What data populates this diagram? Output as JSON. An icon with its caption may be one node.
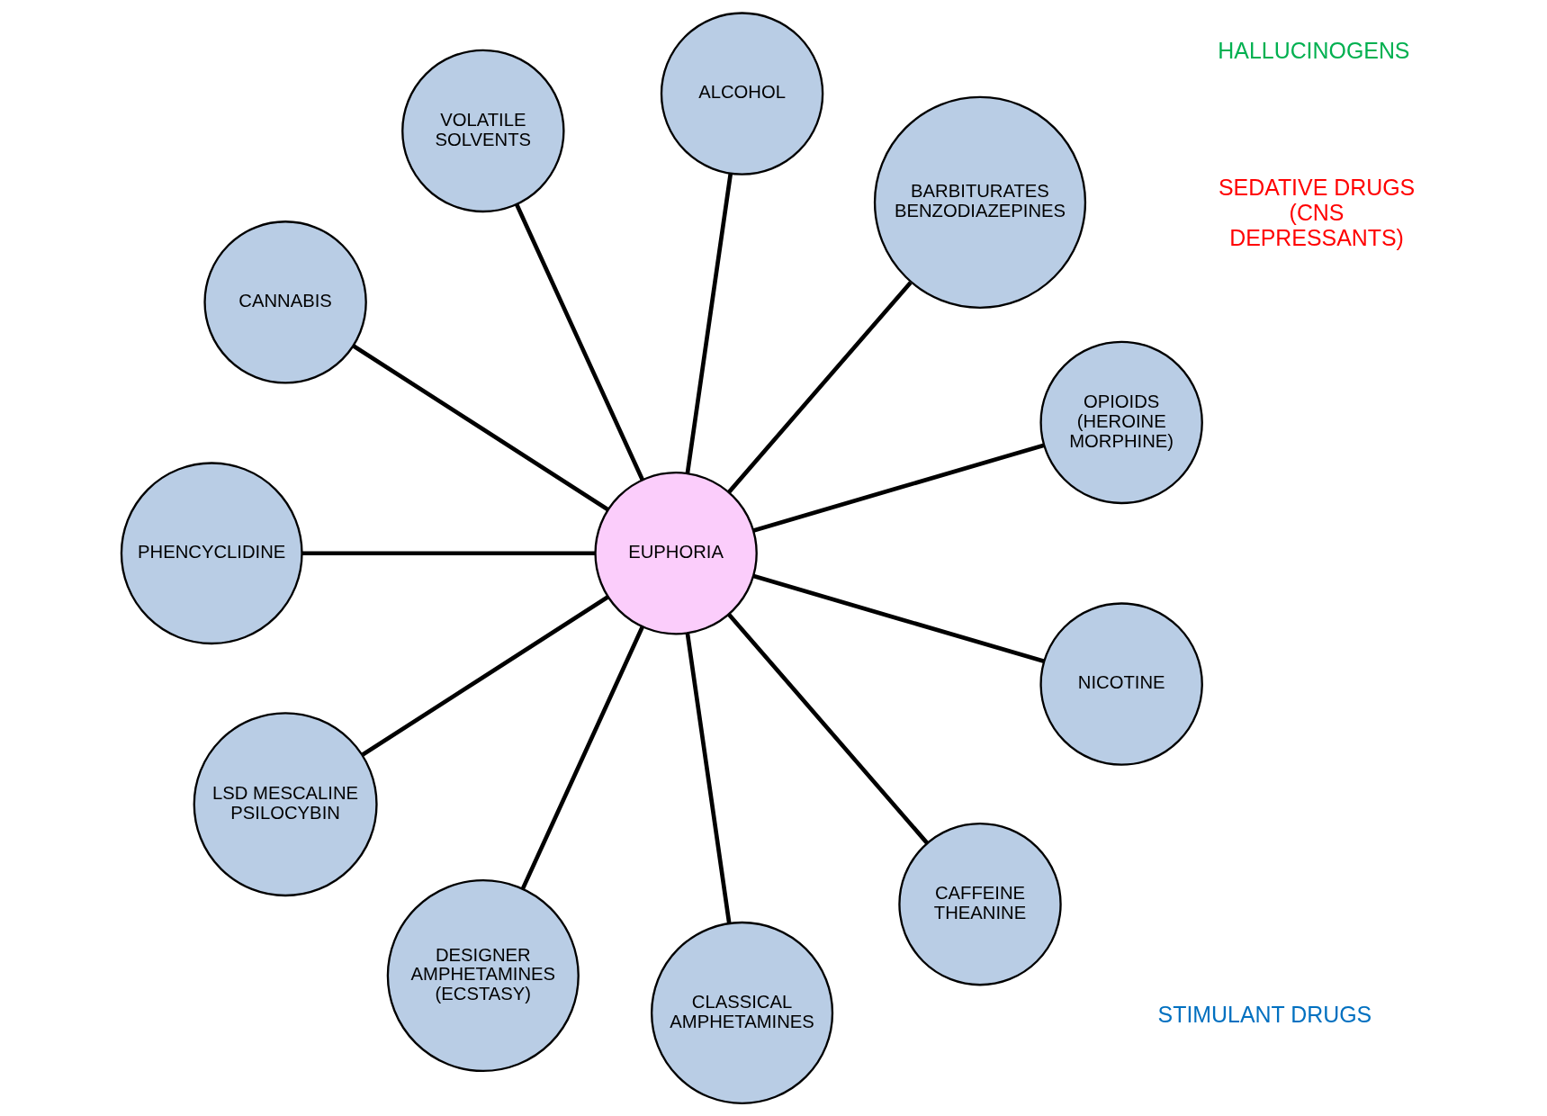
{
  "diagram": {
    "nodes": [
      {
        "text": [
          "EUPHORIA"
        ]
      },
      {
        "text": [
          "OPIOIDS (HEROINE MORPHINE)"
        ]
      },
      {
        "text": [
          "BARBITURATES BENZODIAZEPINES"
        ]
      },
      {
        "text": [
          "ALCOHOL"
        ]
      },
      {
        "text": [
          "VOLATILE SOLVENTS"
        ]
      },
      {
        "text": [
          "CANNABIS"
        ]
      },
      {
        "text": [
          "PHENCYCLIDINE"
        ]
      },
      {
        "text": [
          "LSD MESCALINE PSILOCYBIN"
        ]
      },
      {
        "text": [
          "DESIGNER AMPHETAMINES (ECSTASY)"
        ]
      },
      {
        "text": [
          "CLASSICAL AMPHETAMINES"
        ]
      },
      {
        "text": [
          "CAFFEINE THEANINE"
        ]
      },
      {
        "text": [
          "NICOTINE"
        ]
      }
    ],
    "edges": [
      {
        "from": 0,
        "to": 1,
        "arrow": "none"
      },
      {
        "from": 0,
        "to": 2,
        "arrow": "none"
      },
      {
        "from": 0,
        "to": 3,
        "arrow": "none"
      },
      {
        "from": 0,
        "to": 4,
        "arrow": "none"
      },
      {
        "from": 0,
        "to": 5,
        "arrow": "none"
      },
      {
        "from": 0,
        "to": 6,
        "arrow": "none"
      },
      {
        "from": 0,
        "to": 7,
        "arrow": "none"
      },
      {
        "from": 0,
        "to": 8,
        "arrow": "none"
      },
      {
        "from": 0,
        "to": 9,
        "arrow": "none"
      },
      {
        "from": 0,
        "to": 10,
        "arrow": "none"
      },
      {
        "from": 0,
        "to": 11,
        "arrow": "none"
      }
    ],
    "labels": [
      "SEDATIVE DRUGS (CNS DEPRESSANTS)",
      "STIMULANT DRUGS",
      "HALLUCINOGENS"
    ]
  }
}
